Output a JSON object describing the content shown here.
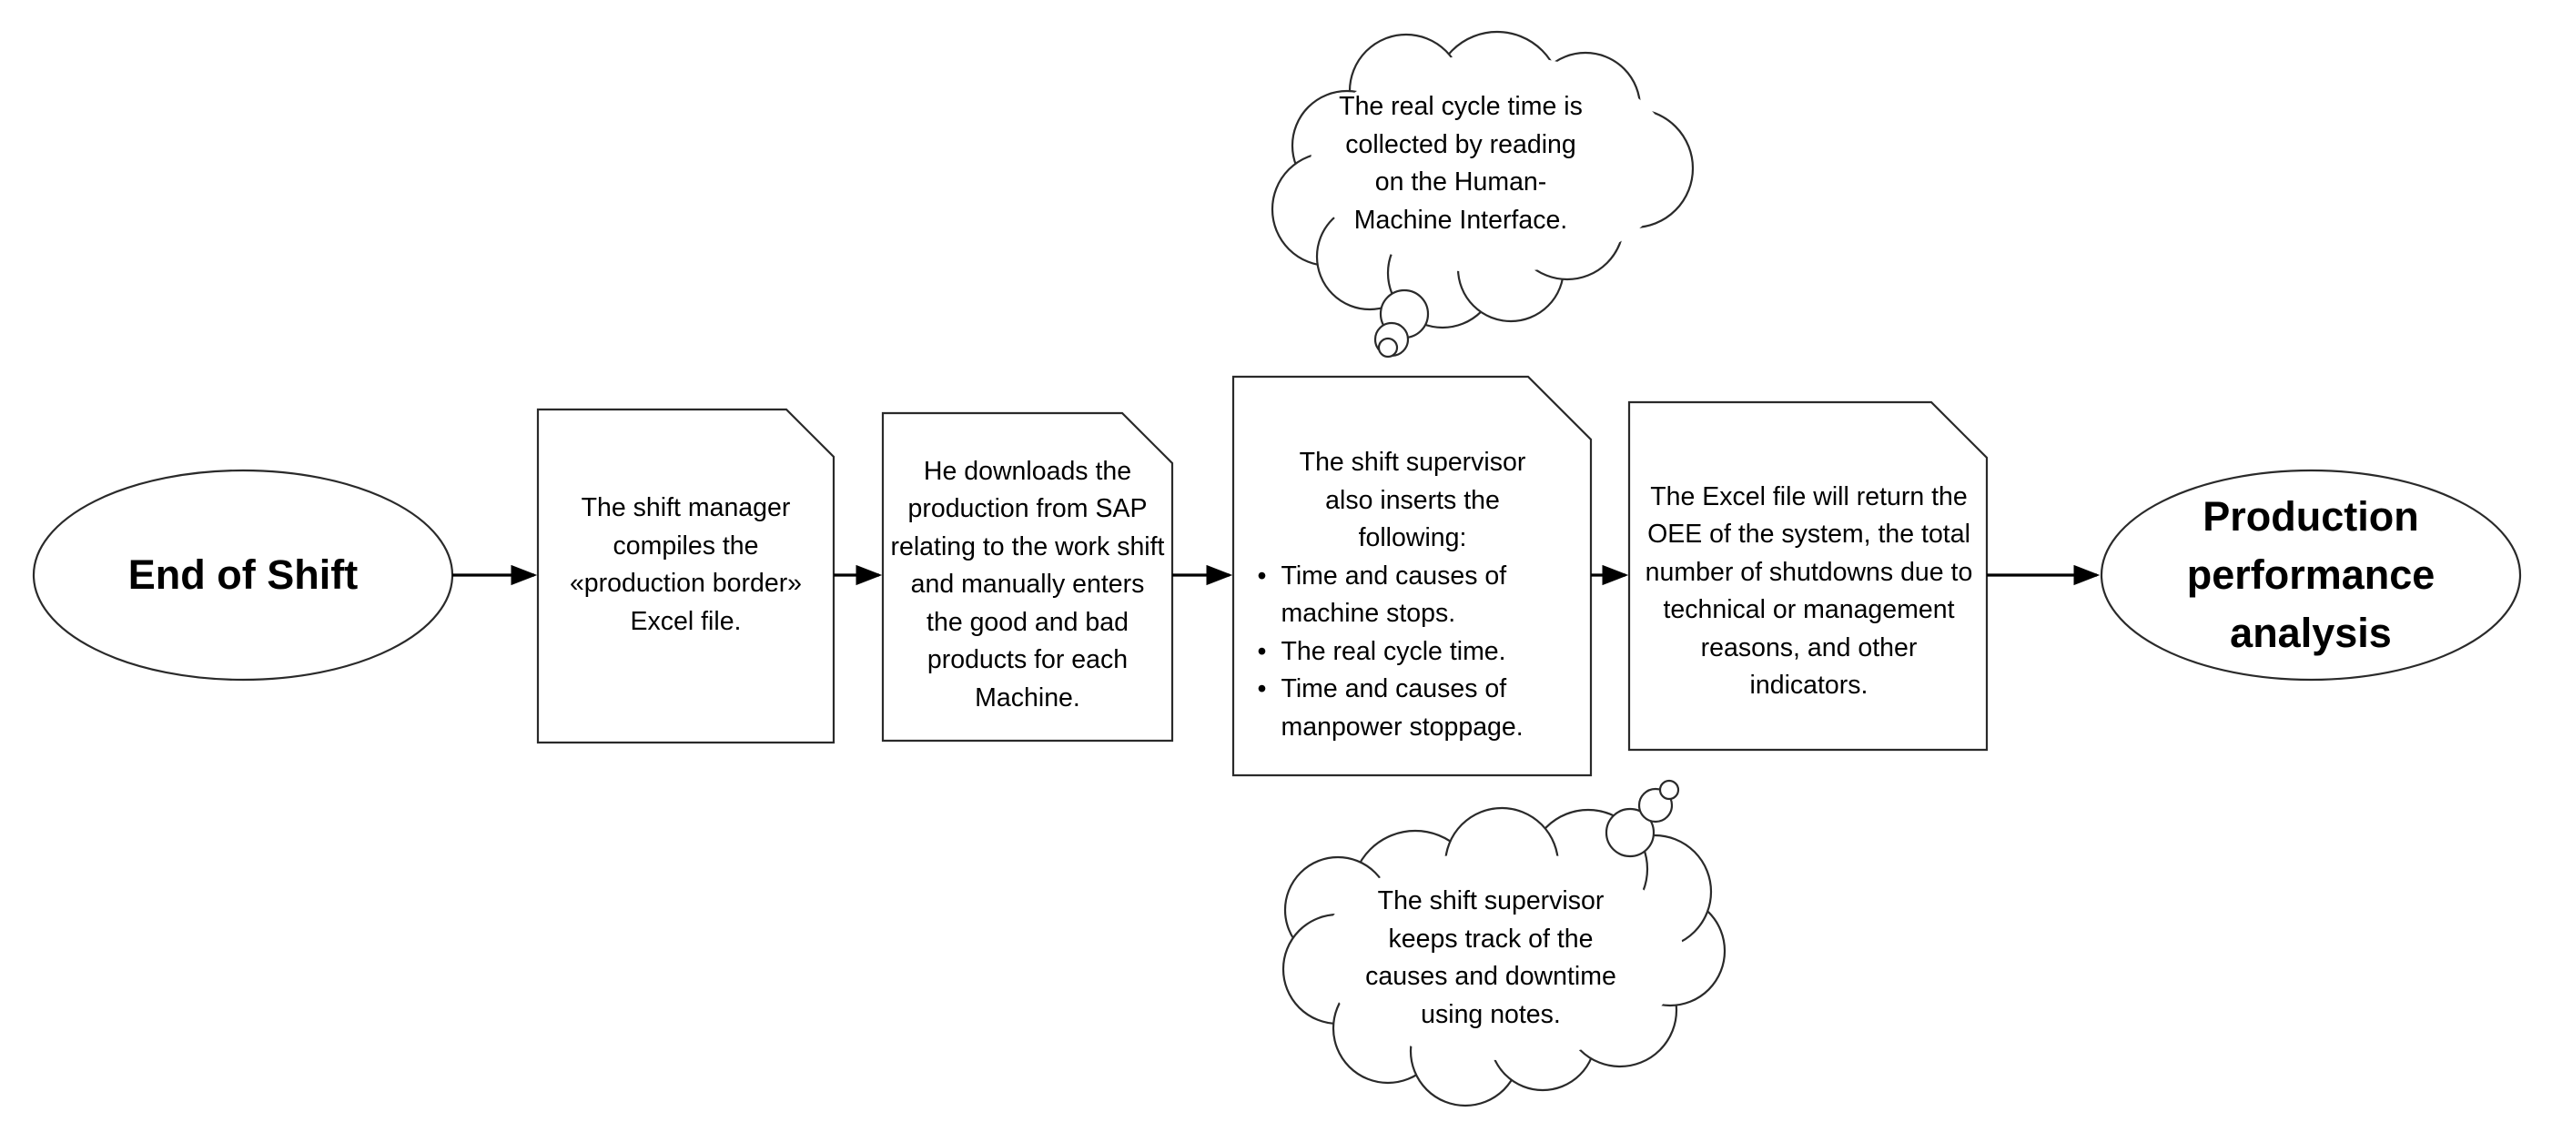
{
  "diagram": {
    "start_terminal": {
      "label": "End of Shift"
    },
    "end_terminal": {
      "label": "Production performance analysis"
    },
    "steps": [
      {
        "text": "The shift manager compiles the «production border» Excel file."
      },
      {
        "text": "He downloads the production from SAP relating to the work shift and manually enters the good and bad products for each Machine."
      },
      {
        "intro": "The shift supervisor also inserts the following:",
        "bullets": [
          "Time and causes of machine stops.",
          "The real cycle time.",
          "Time and causes of manpower stoppage."
        ]
      },
      {
        "text": "The Excel file will return the OEE of the system, the total number of shutdowns due to technical or management reasons, and other indicators."
      }
    ],
    "notes": {
      "top": {
        "text": "The real cycle time is collected by reading on the Human-Machine Interface."
      },
      "bottom": {
        "text": "The shift supervisor keeps track of the causes and downtime using notes."
      }
    },
    "colors": {
      "stroke": "#2a2a2a",
      "fill": "#ffffff",
      "arrow": "#000000",
      "text": "#000000"
    }
  }
}
